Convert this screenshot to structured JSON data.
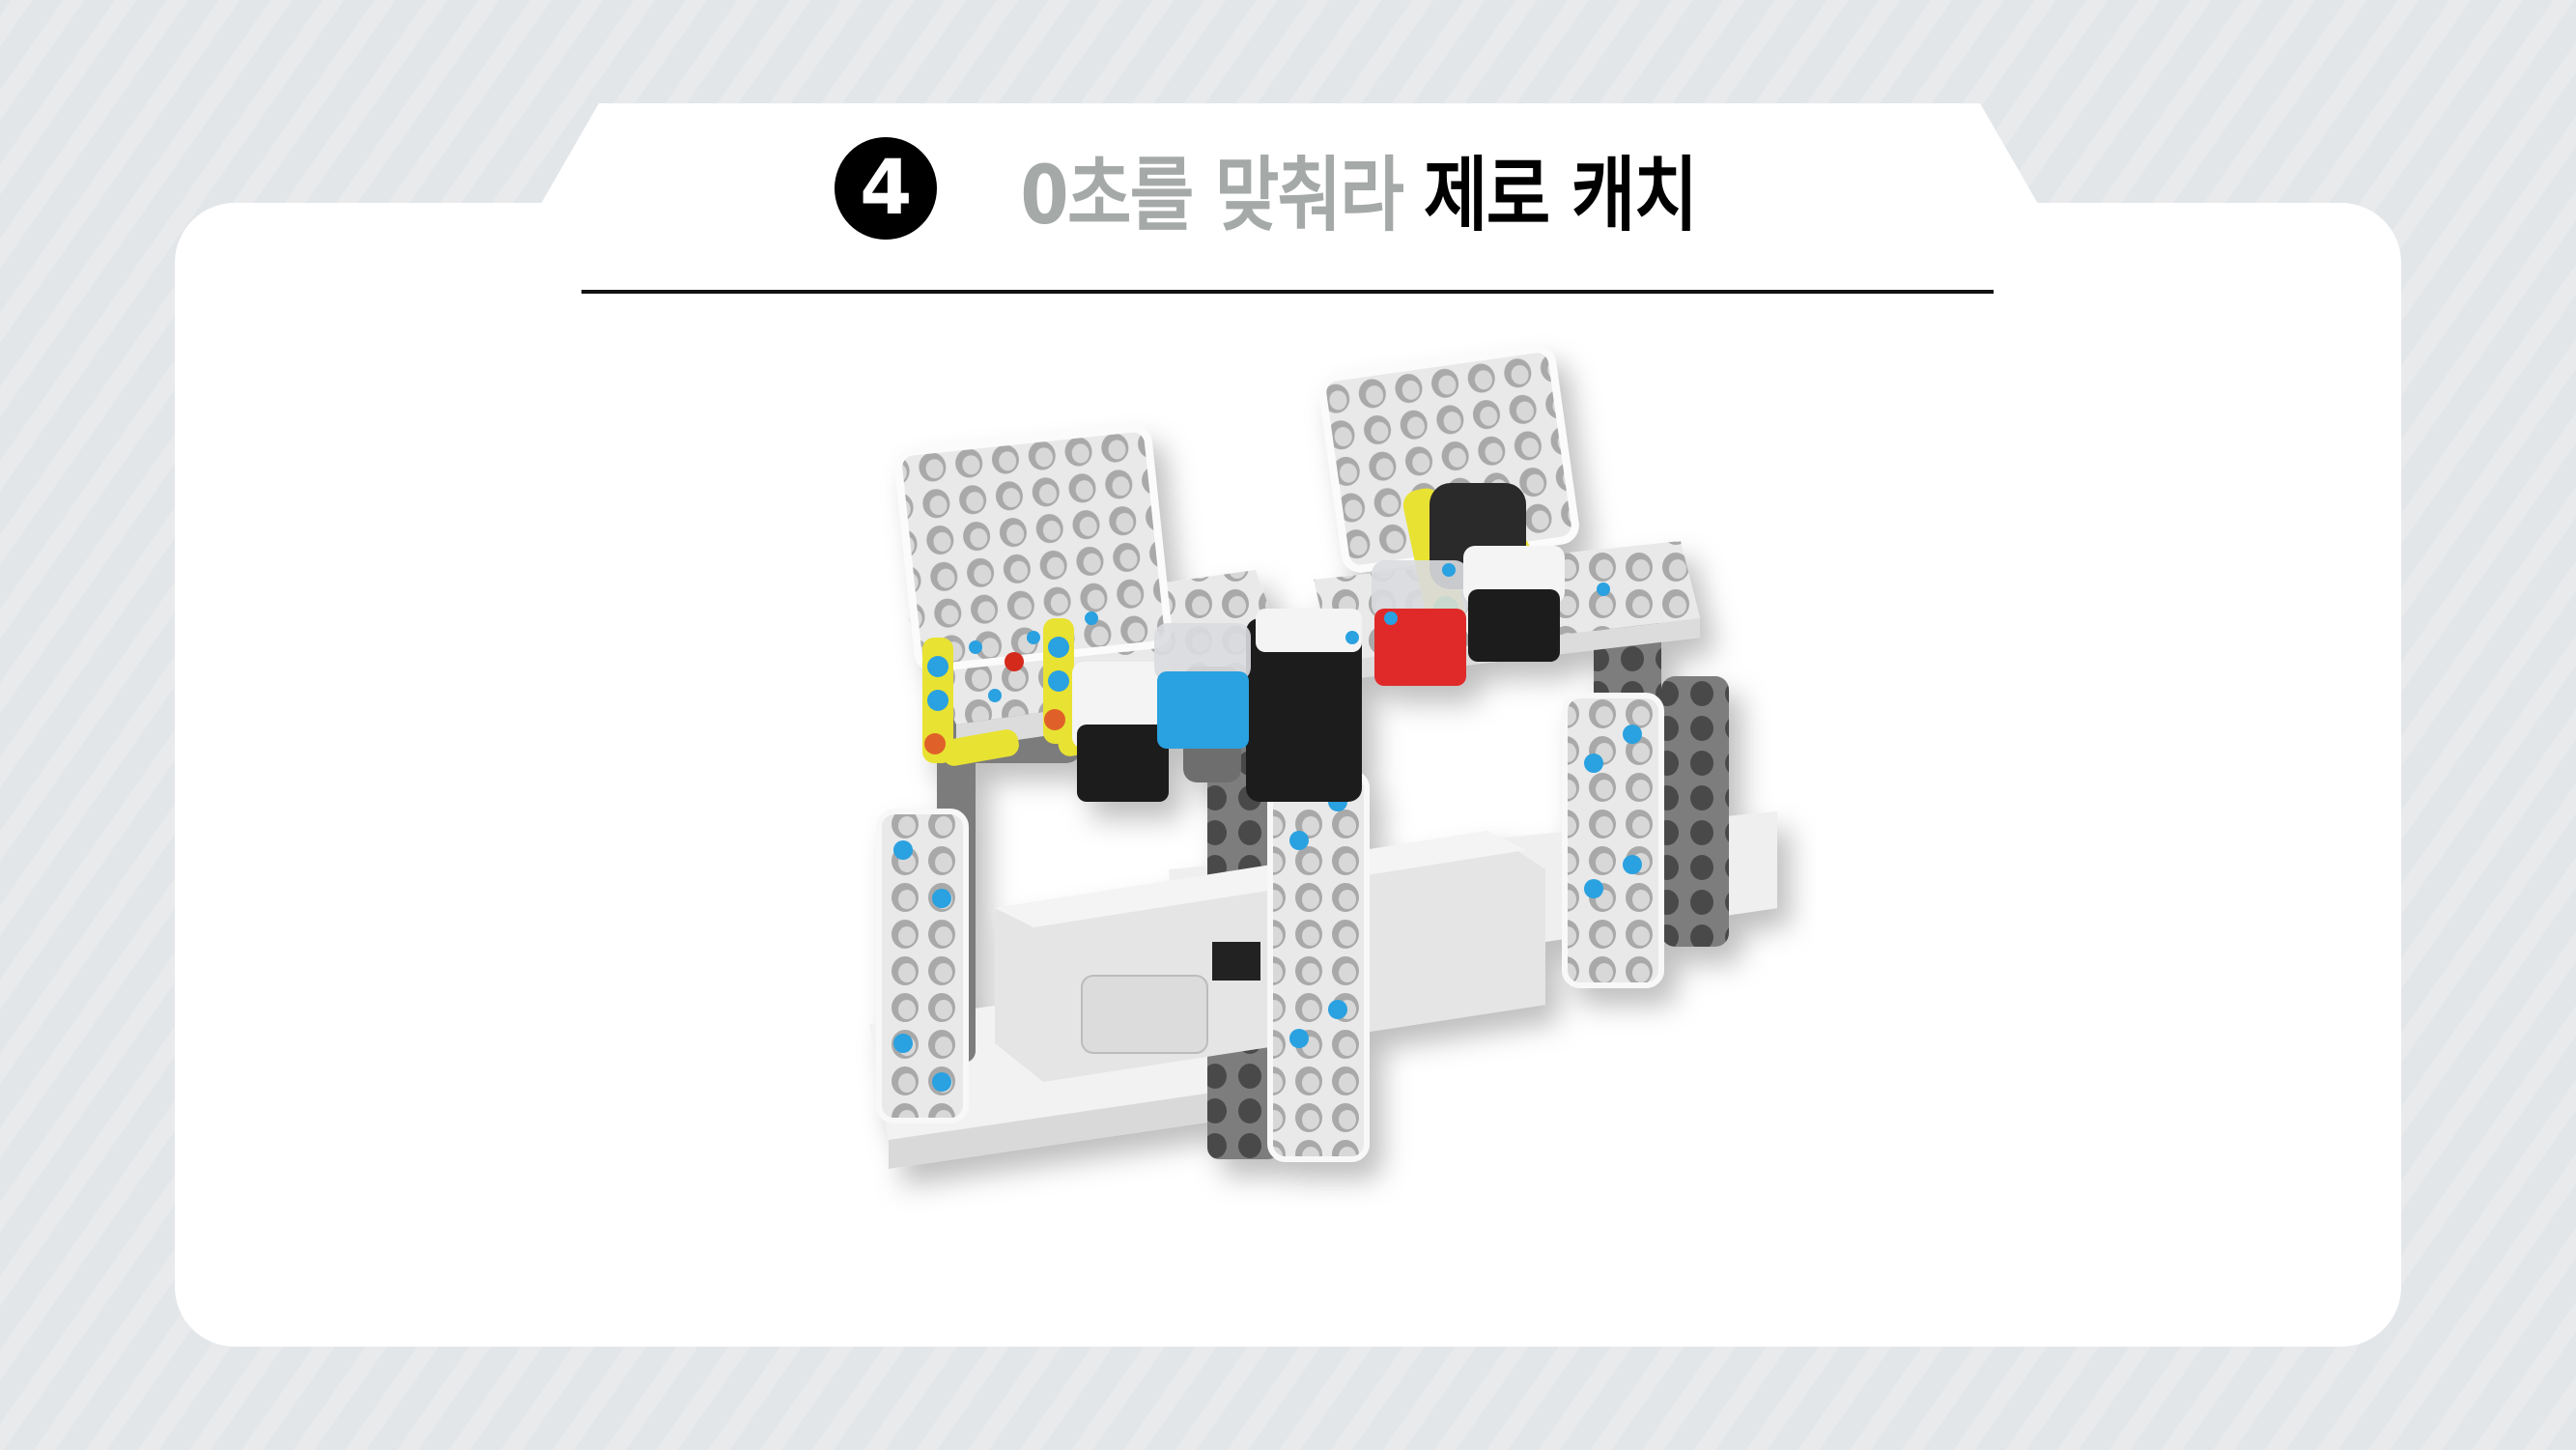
{
  "page": {
    "step_number": "4",
    "title_subtitle": "0초를 맞춰라",
    "title_main": "제로 캐치"
  },
  "colors": {
    "background": "#e3e6e9",
    "background_stripe": "#e8eaec",
    "card": "#ffffff",
    "title_gray": "#a5a9a8",
    "title_black": "#000000",
    "divider": "#111111",
    "robot_yellow": "#e8e233",
    "robot_blue": "#2aa1e0",
    "robot_red": "#e02a2a",
    "robot_black": "#1b1b1b",
    "robot_gray": "#7a7a7a",
    "robot_white": "#f4f4f4"
  },
  "illustration": {
    "description": "3D render of a block-built robot kit model with two perforated white panels, yellow brackets, black/blue/red sensor cubes and a gray battery pack"
  }
}
